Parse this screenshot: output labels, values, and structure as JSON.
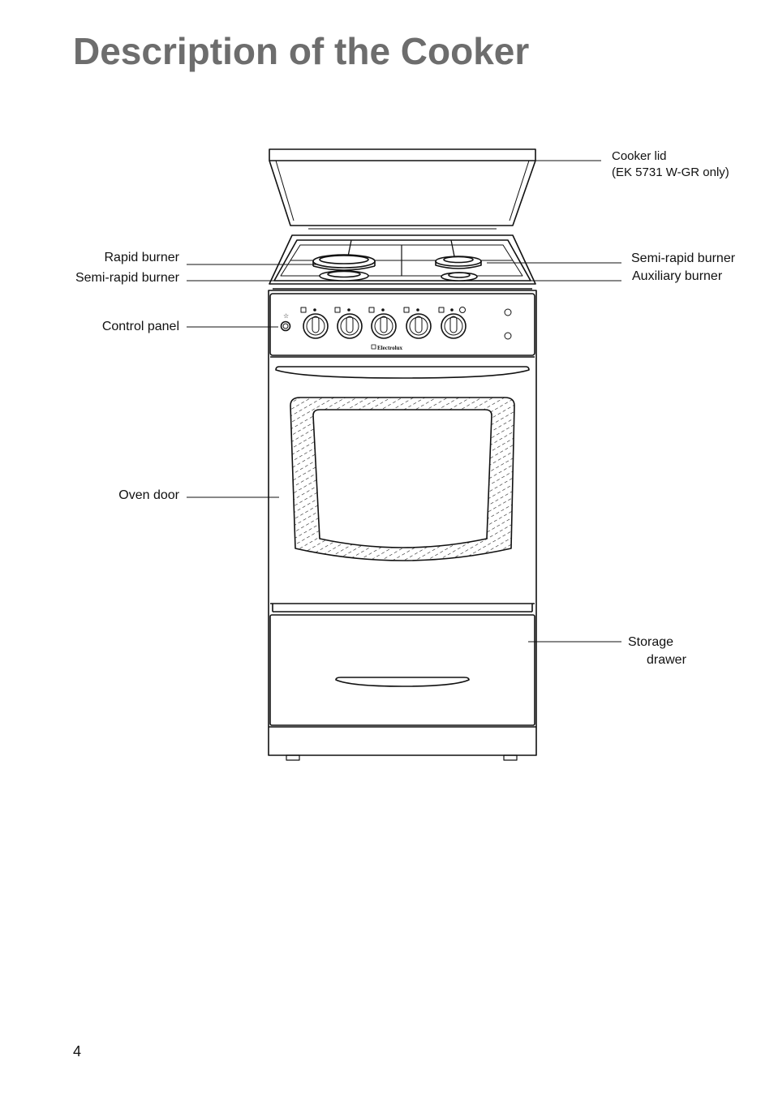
{
  "title": "Description of the Cooker",
  "labels": {
    "cooker_lid_line1": "Cooker lid",
    "cooker_lid_line2": "(EK 5731 W-GR only)",
    "rapid_burner": "Rapid burner",
    "semi_rapid_burner_left": "Semi-rapid burner",
    "semi_rapid_burner_right": "Semi-rapid burner",
    "auxiliary_burner": "Auxiliary burner",
    "control_panel": "Control panel",
    "oven_door": "Oven door",
    "storage_line1": "Storage",
    "storage_line2": "drawer"
  },
  "brand": "Electrolux",
  "page_number": "4"
}
